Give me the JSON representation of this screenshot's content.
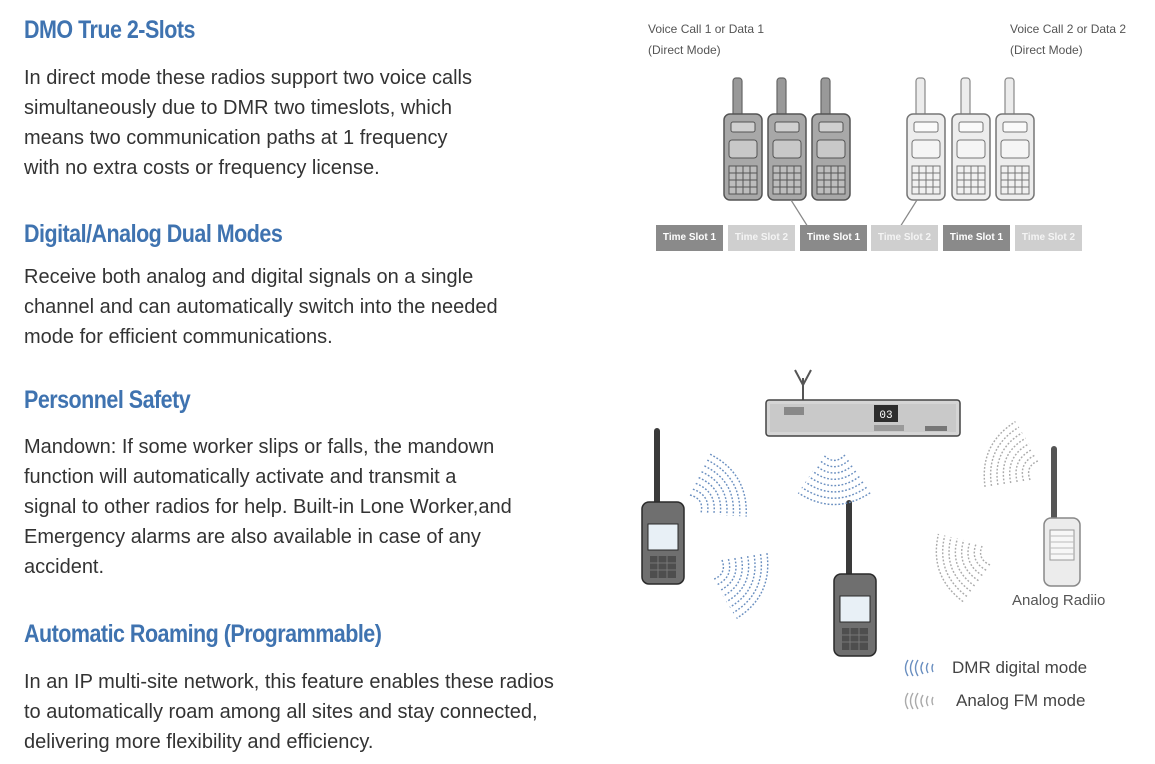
{
  "sections": [
    {
      "heading": "DMO True 2-Slots",
      "body": "In direct mode these radios support two voice calls\nsimultaneously due to DMR two timeslots, which\nmeans two communication paths at 1 frequency\nwith no extra costs or frequency license."
    },
    {
      "heading": "Digital/Analog Dual Modes",
      "body": "Receive both analog and digital signals on  a single\nchannel and can automatically switch into the needed\nmode for efficient communications."
    },
    {
      "heading": "Personnel Safety",
      "body": "Mandown: If some worker slips or falls, the mandown\nfunction will automatically activate and transmit a\nsignal to other radios for help. Built-in Lone Worker,and\nEmergency alarms are also available in case of any\naccident."
    },
    {
      "heading": "Automatic Roaming (Programmable)",
      "body": "In an IP multi-site network, this feature enables these radios\nto automatically roam among all sites and stay connected,\ndelivering more flexibility and efficiency."
    }
  ],
  "diagram_top": {
    "caption_left": "Voice Call 1 or Data 1\n(Direct Mode)",
    "caption_right": "Voice Call 2 or Data 2\n(Direct Mode)",
    "slots": [
      "Time Slot 1",
      "Time Slot 2",
      "Time Slot 1",
      "Time Slot 2",
      "Time Slot 1",
      "Time Slot 2"
    ]
  },
  "diagram_bottom": {
    "repeater_display": "03",
    "analog_radio_label": "Analog Radiio",
    "legend": [
      {
        "label": "DMR digital mode",
        "icon": "dmr-wave-icon"
      },
      {
        "label": "Analog FM mode",
        "icon": "fm-wave-icon"
      }
    ]
  },
  "colors": {
    "heading": "#3f73b0",
    "text": "#333333",
    "slot_dark": "#8a8a8a",
    "slot_light": "#cfcfcf"
  }
}
